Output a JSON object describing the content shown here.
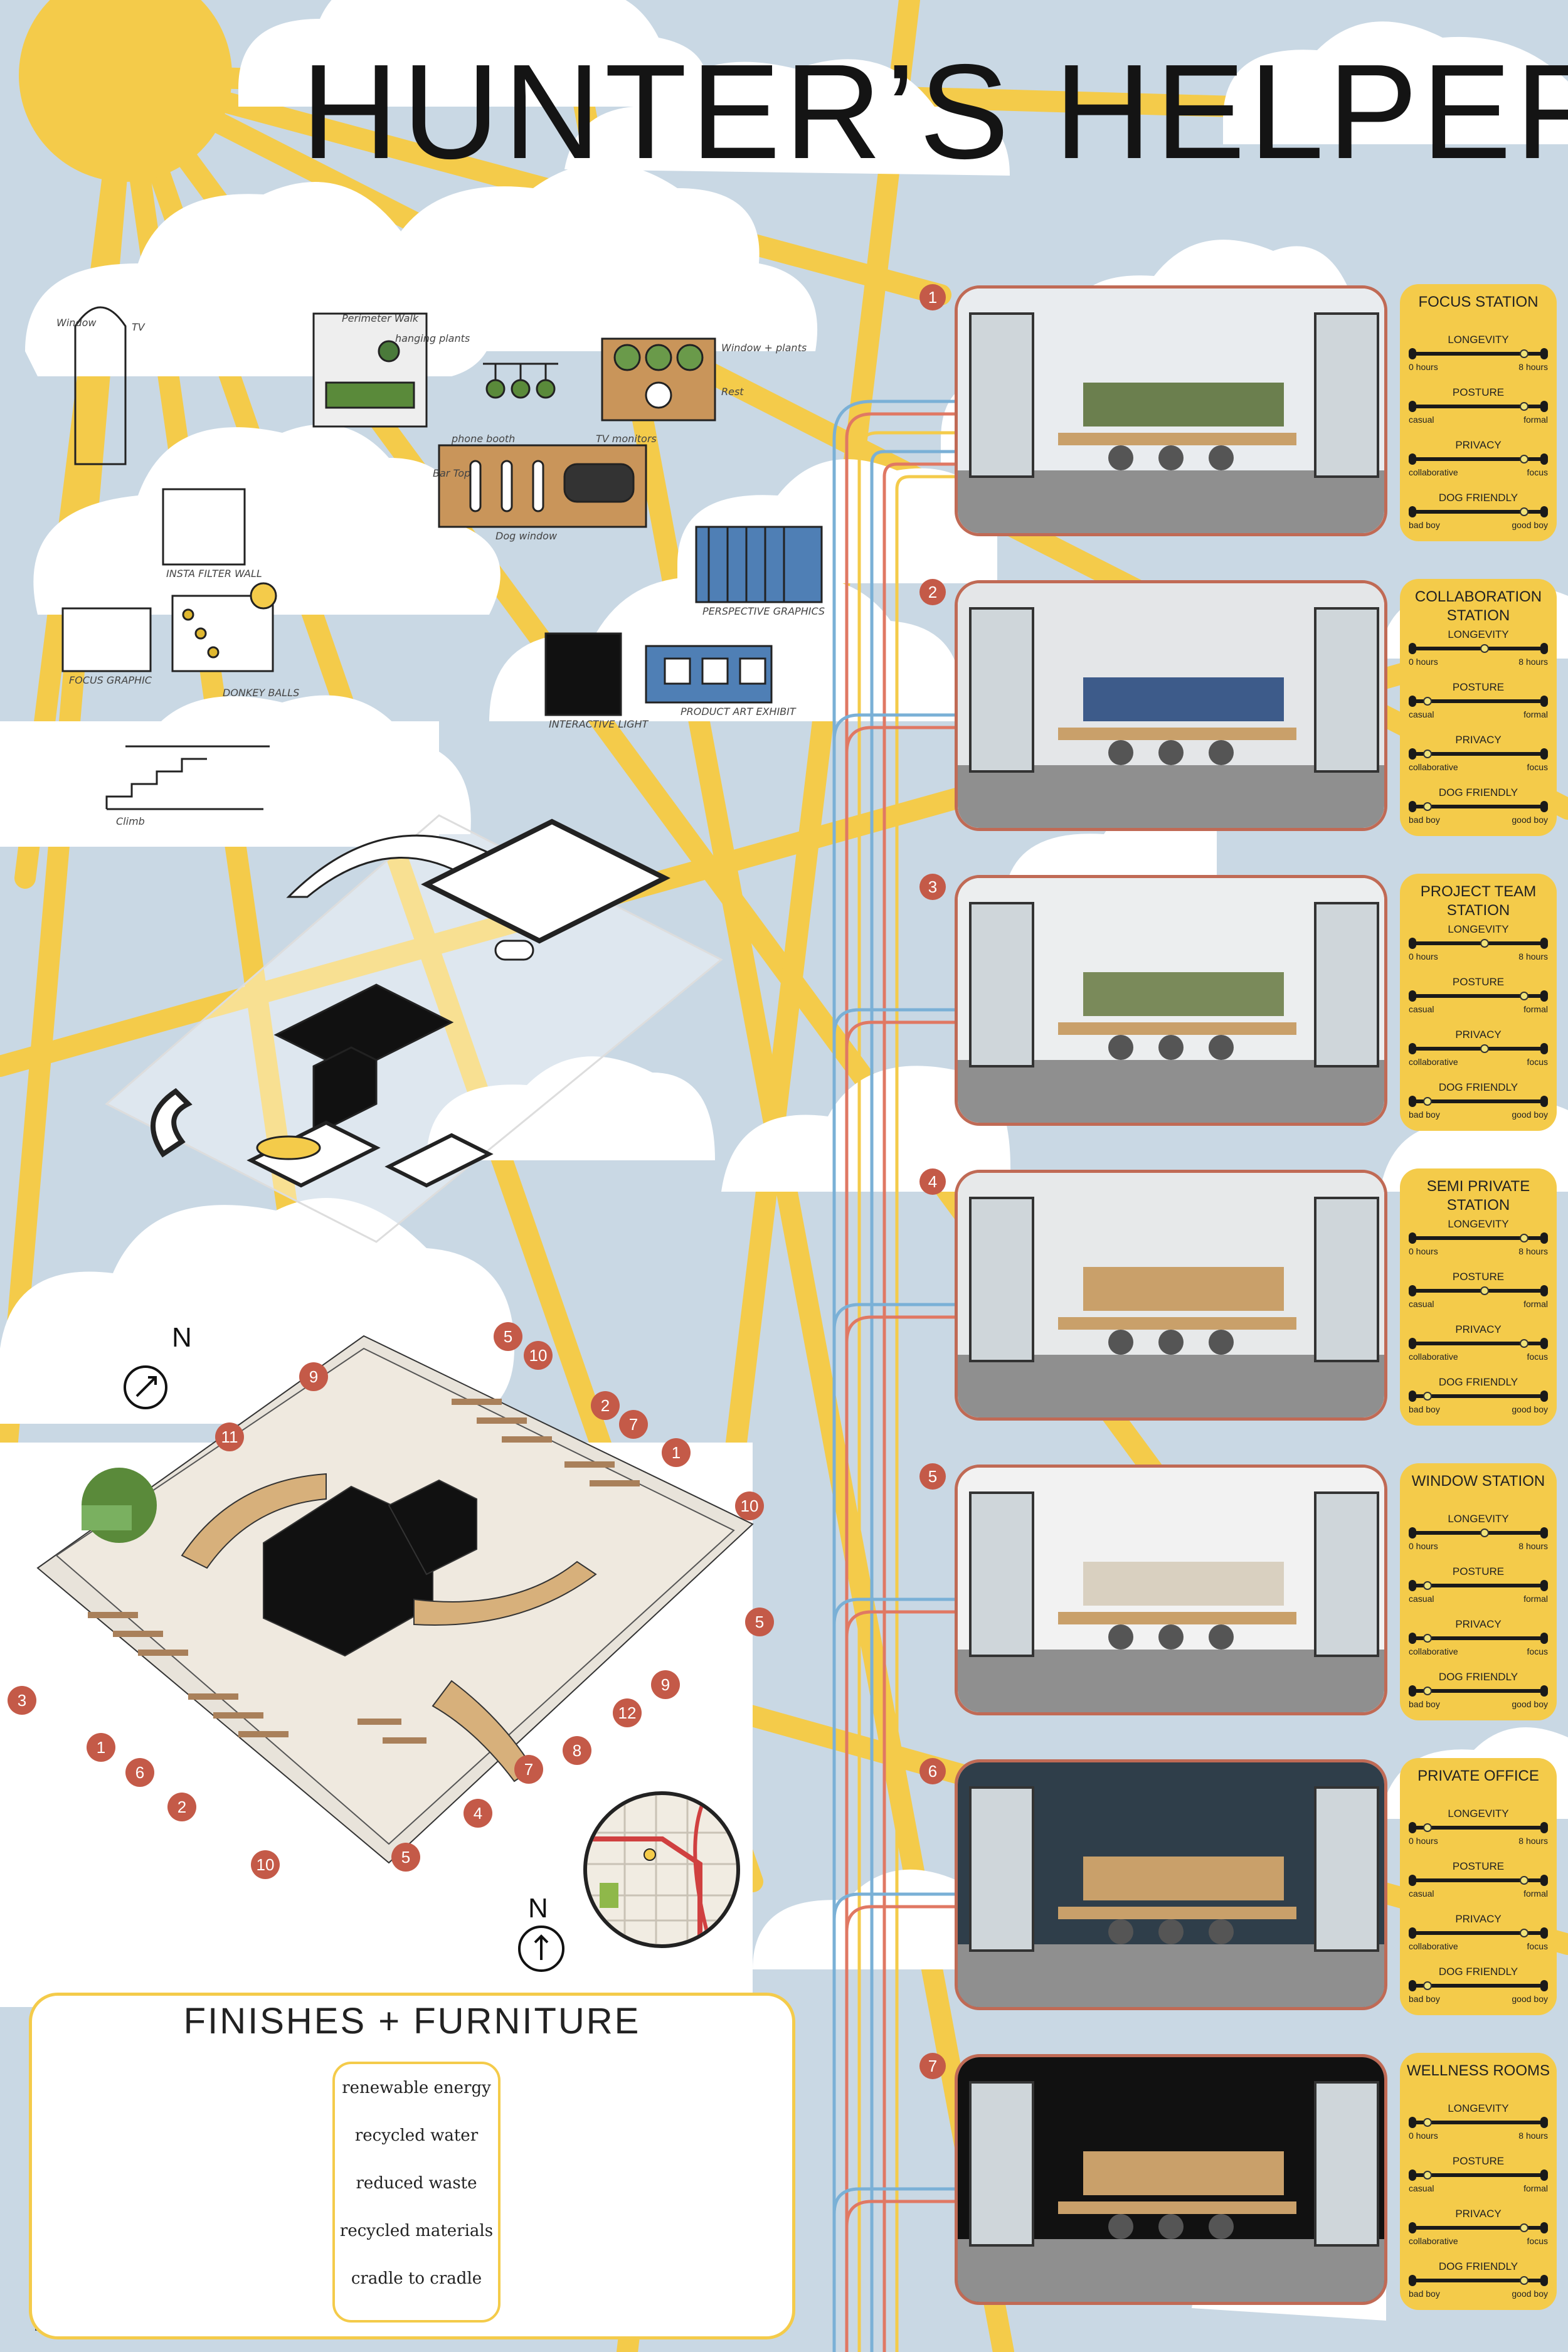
{
  "title": "HUNTER’S HELPER",
  "colors": {
    "accent_yellow": "#f4cb4a",
    "accent_red": "#c45a48",
    "sky": "#c9d8e4",
    "line_blue": "#7ab0d6"
  },
  "sketches": [
    "Window",
    "TV",
    "Perimeter Walk",
    "hanging plants",
    "Window + plants",
    "Rest",
    "TV monitors",
    "phone booth",
    "Bar Top",
    "Dog window",
    "INSTA FILTER WALL",
    "FOCUS GRAPHIC",
    "DONKEY BALLS",
    "PERSPECTIVE GRAPHICS",
    "INTERACTIVE LIGHT",
    "PRODUCT ART EXHIBIT",
    "Climb"
  ],
  "plan_numbers": [
    "5",
    "10",
    "9",
    "2",
    "7",
    "11",
    "1",
    "10",
    "5",
    "9",
    "12",
    "8",
    "7",
    "4",
    "3",
    "1",
    "6",
    "2",
    "10",
    "5"
  ],
  "compass_label": "N",
  "stations": [
    {
      "num": "1",
      "name": "FOCUS STATION",
      "metrics": [
        {
          "label": "LONGEVITY",
          "lo": "0 hours",
          "hi": "8 hours",
          "value": 0.88
        },
        {
          "label": "POSTURE",
          "lo": "casual",
          "hi": "formal",
          "value": 0.88
        },
        {
          "label": "PRIVACY",
          "lo": "collaborative",
          "hi": "focus",
          "value": 0.88
        },
        {
          "label": "DOG FRIENDLY",
          "lo": "bad boy",
          "hi": "good boy",
          "value": 0.88
        }
      ]
    },
    {
      "num": "2",
      "name": "COLLABORATION STATION",
      "metrics": [
        {
          "label": "LONGEVITY",
          "lo": "0 hours",
          "hi": "8 hours",
          "value": 0.55
        },
        {
          "label": "POSTURE",
          "lo": "casual",
          "hi": "formal",
          "value": 0.08
        },
        {
          "label": "PRIVACY",
          "lo": "collaborative",
          "hi": "focus",
          "value": 0.08
        },
        {
          "label": "DOG FRIENDLY",
          "lo": "bad boy",
          "hi": "good boy",
          "value": 0.08
        }
      ]
    },
    {
      "num": "3",
      "name": "PROJECT TEAM STATION",
      "metrics": [
        {
          "label": "LONGEVITY",
          "lo": "0 hours",
          "hi": "8 hours",
          "value": 0.55
        },
        {
          "label": "POSTURE",
          "lo": "casual",
          "hi": "formal",
          "value": 0.88
        },
        {
          "label": "PRIVACY",
          "lo": "collaborative",
          "hi": "focus",
          "value": 0.55
        },
        {
          "label": "DOG FRIENDLY",
          "lo": "bad boy",
          "hi": "good boy",
          "value": 0.08
        }
      ]
    },
    {
      "num": "4",
      "name": "SEMI PRIVATE STATION",
      "metrics": [
        {
          "label": "LONGEVITY",
          "lo": "0 hours",
          "hi": "8 hours",
          "value": 0.88
        },
        {
          "label": "POSTURE",
          "lo": "casual",
          "hi": "formal",
          "value": 0.55
        },
        {
          "label": "PRIVACY",
          "lo": "collaborative",
          "hi": "focus",
          "value": 0.88
        },
        {
          "label": "DOG FRIENDLY",
          "lo": "bad boy",
          "hi": "good boy",
          "value": 0.08
        }
      ]
    },
    {
      "num": "5",
      "name": "WINDOW STATION",
      "metrics": [
        {
          "label": "LONGEVITY",
          "lo": "0 hours",
          "hi": "8 hours",
          "value": 0.55
        },
        {
          "label": "POSTURE",
          "lo": "casual",
          "hi": "formal",
          "value": 0.08
        },
        {
          "label": "PRIVACY",
          "lo": "collaborative",
          "hi": "focus",
          "value": 0.08
        },
        {
          "label": "DOG FRIENDLY",
          "lo": "bad boy",
          "hi": "good boy",
          "value": 0.08
        }
      ]
    },
    {
      "num": "6",
      "name": "PRIVATE OFFICE",
      "metrics": [
        {
          "label": "LONGEVITY",
          "lo": "0 hours",
          "hi": "8 hours",
          "value": 0.08
        },
        {
          "label": "POSTURE",
          "lo": "casual",
          "hi": "formal",
          "value": 0.88
        },
        {
          "label": "PRIVACY",
          "lo": "collaborative",
          "hi": "focus",
          "value": 0.88
        },
        {
          "label": "DOG FRIENDLY",
          "lo": "bad boy",
          "hi": "good boy",
          "value": 0.08
        }
      ]
    },
    {
      "num": "7",
      "name": "WELLNESS ROOMS",
      "metrics": [
        {
          "label": "LONGEVITY",
          "lo": "0 hours",
          "hi": "8 hours",
          "value": 0.08
        },
        {
          "label": "POSTURE",
          "lo": "casual",
          "hi": "formal",
          "value": 0.08
        },
        {
          "label": "PRIVACY",
          "lo": "collaborative",
          "hi": "focus",
          "value": 0.88
        },
        {
          "label": "DOG FRIENDLY",
          "lo": "bad boy",
          "hi": "good boy",
          "value": 0.88
        }
      ]
    }
  ],
  "finishes": {
    "title": "FINISHES + FURNITURE",
    "items": [
      "renewable energy",
      "recycled water",
      "reduced waste",
      "recycled materials",
      "cradle to cradle"
    ]
  }
}
